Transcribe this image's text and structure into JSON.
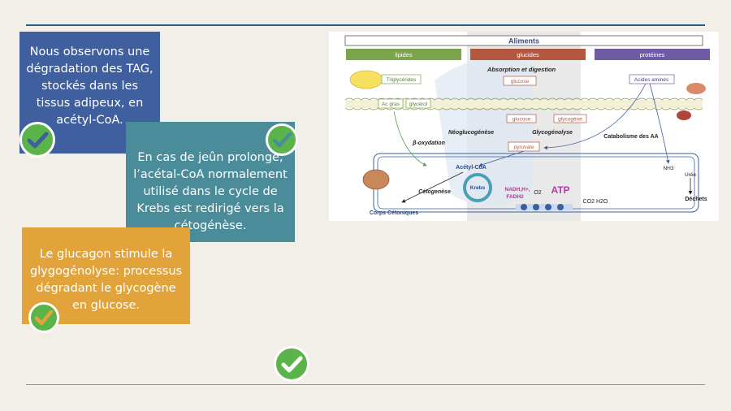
{
  "cards": [
    {
      "text": "Nous observons une dégradation des TAG, stockés dans les tissus adipeux, en acétyl-CoA."
    },
    {
      "text": "En cas de jeûn prolongé, l’acétal-CoA normalement utilisé dans le cycle de Krebs est redirigé vers la cétogénèse."
    },
    {
      "text": "Le glucagon stimule la glygogénolyse: processus dégradant le glycogène en glucose."
    }
  ],
  "icons": {
    "check": "check-icon",
    "check_color": "#5ab44a"
  },
  "colors": {
    "blue": "#3f5f9e",
    "teal": "#4a8c9a",
    "orange": "#e2a33a",
    "background": "#f2efe8"
  },
  "diagram": {
    "title": "Aliments",
    "categories": [
      "lipides",
      "glucides",
      "protéines"
    ],
    "absorption": "Absorption et digestion",
    "glucose_top": "glucose",
    "triglycerides": "Triglycérides",
    "ac_gras": "Ac gras",
    "glycerol": "glycérol",
    "acides_amines": "Acides aminés",
    "glucose_mid": "glucose",
    "glycogene": "glycogène",
    "neoglucogenese": "Néoglucogénèse",
    "glycogenolyse": "Glycogénolyse",
    "beta_oxydation": "β-oxydation",
    "catabolisme": "Catabolisme des AA",
    "pyruvate": "pyruvate",
    "acetyl_coa": "Acétyl-CoA",
    "nh3": "NH3",
    "uree": "Urée",
    "cetogenese": "Cétogenèse",
    "krebs": "Krebs",
    "nadh": "NADH,H+,",
    "fadh2": "FADH2",
    "o2": "O2",
    "atp": "ATP",
    "co2_h2o": "CO2  H2O",
    "dechets": "Déchets",
    "corps_cetoniques": "Corps Cétoniques"
  }
}
